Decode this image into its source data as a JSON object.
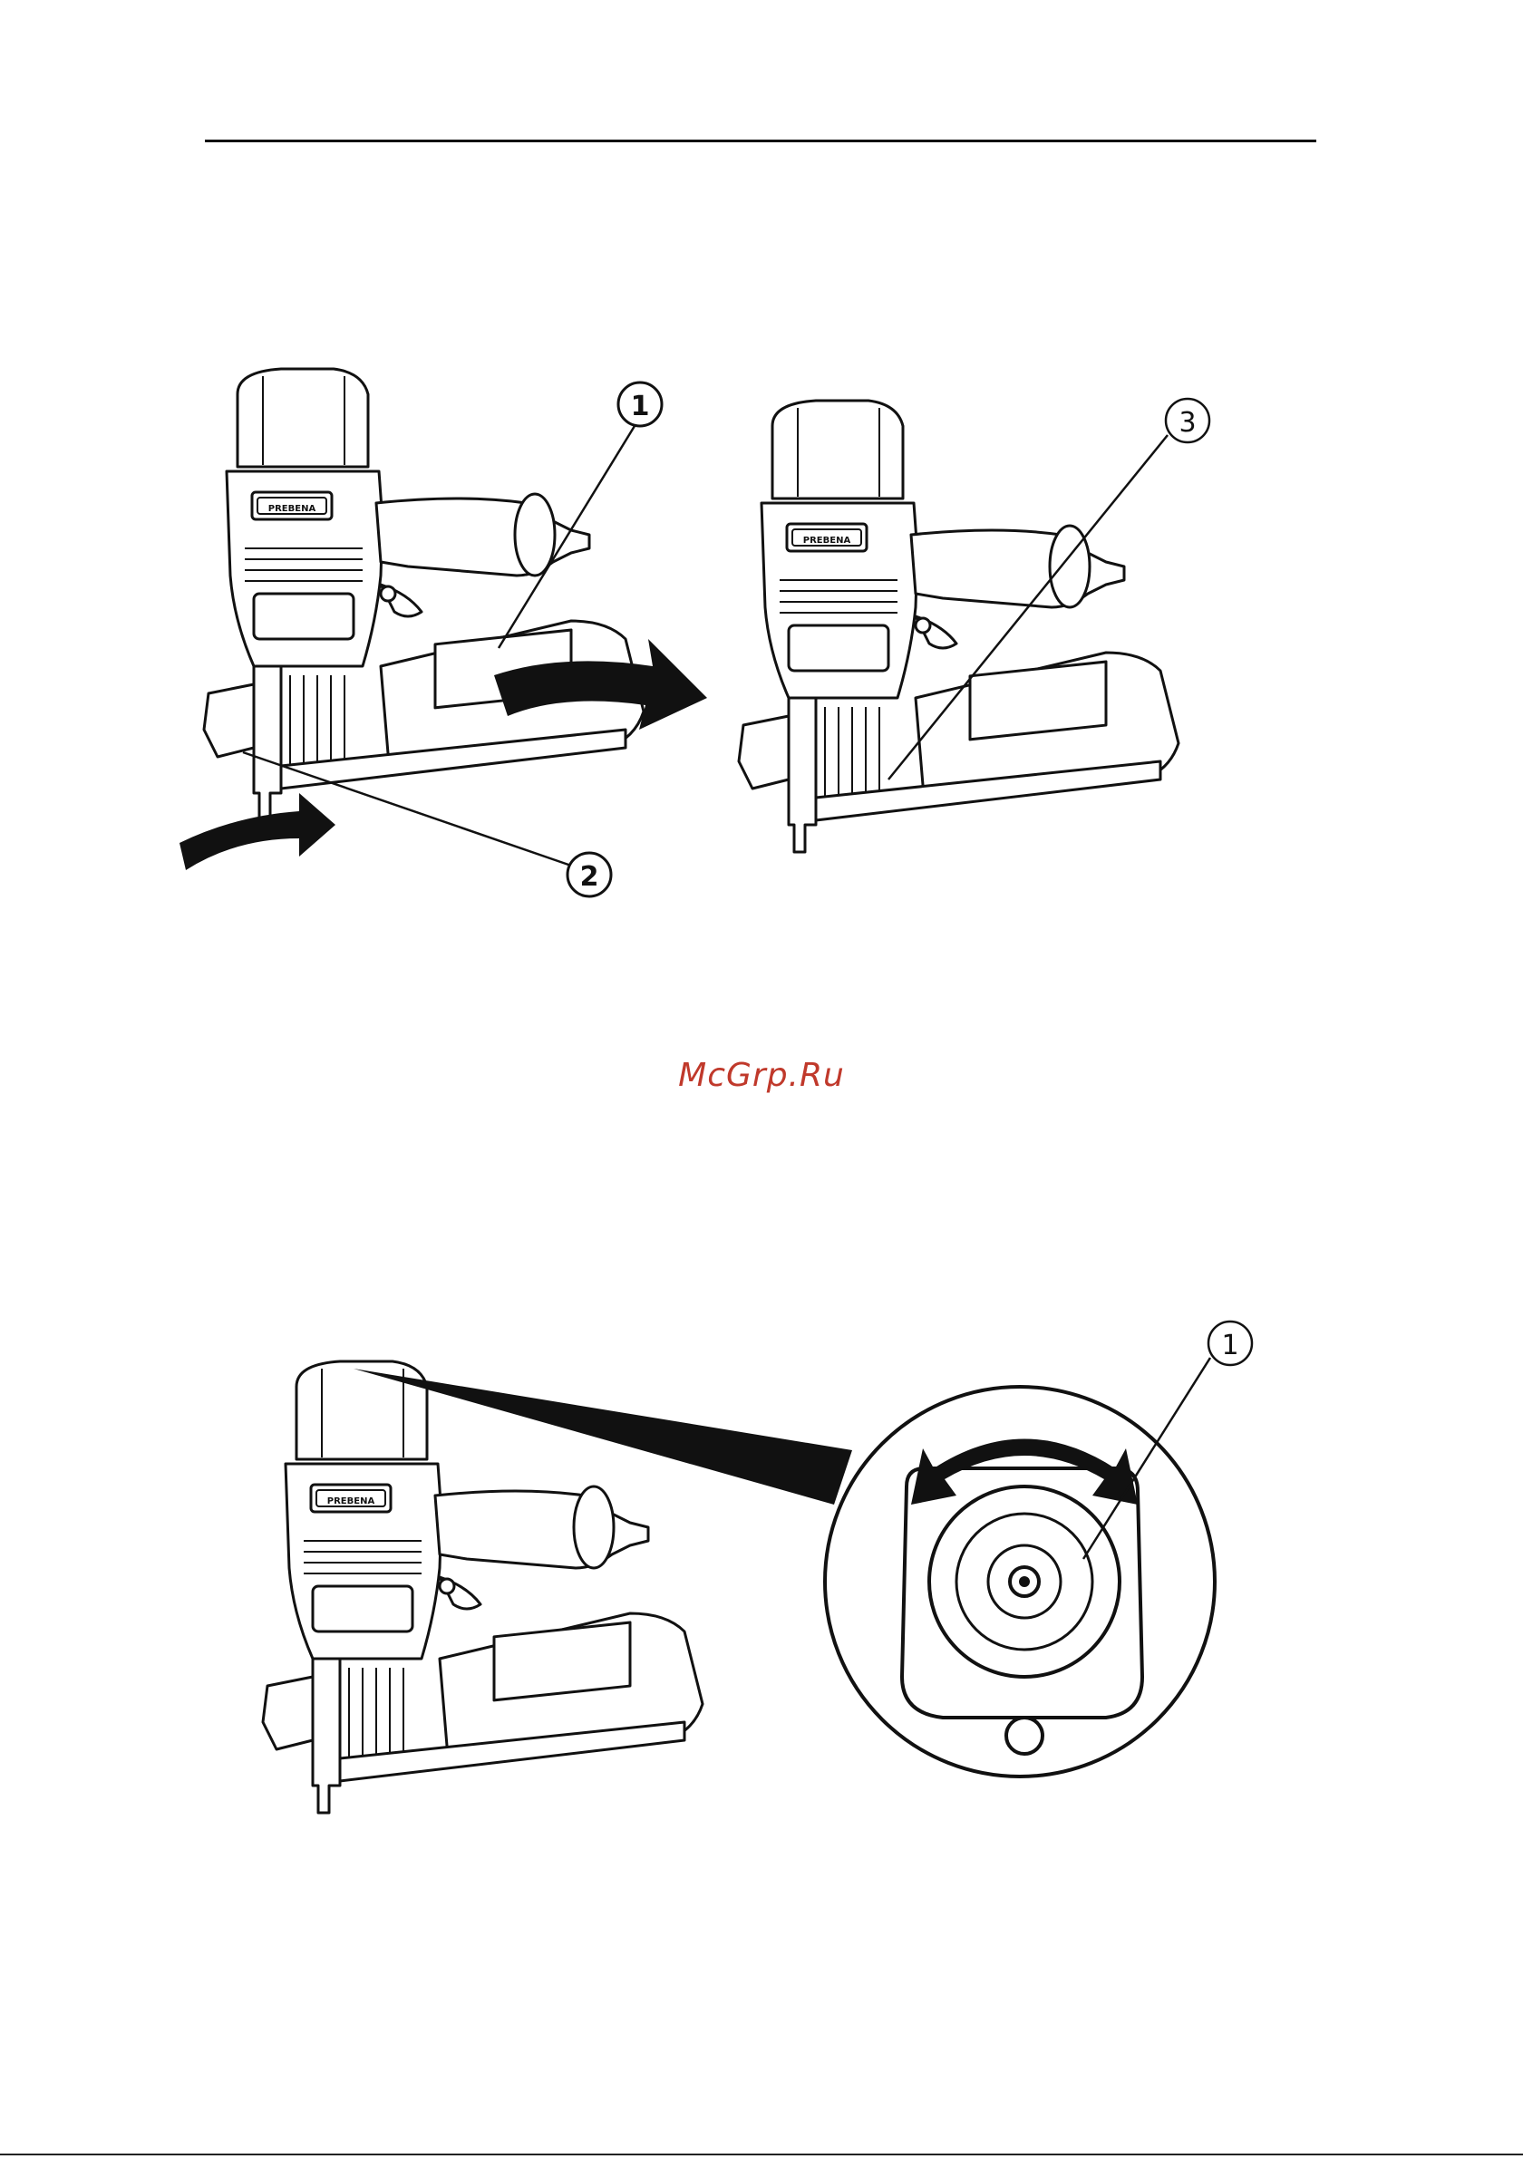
{
  "watermark": {
    "text": "McGrp.Ru",
    "color": "#c0392b"
  },
  "figure_top_left": {
    "brand": "PREBENA",
    "callouts": [
      "1",
      "2"
    ]
  },
  "figure_top_right": {
    "brand": "PREBENA",
    "callouts": [
      "3"
    ]
  },
  "figure_bottom": {
    "brand": "PREBENA",
    "callouts": [
      "1"
    ]
  },
  "icons": [
    "rotate-arrow-icon",
    "arrow-curved-icon"
  ]
}
